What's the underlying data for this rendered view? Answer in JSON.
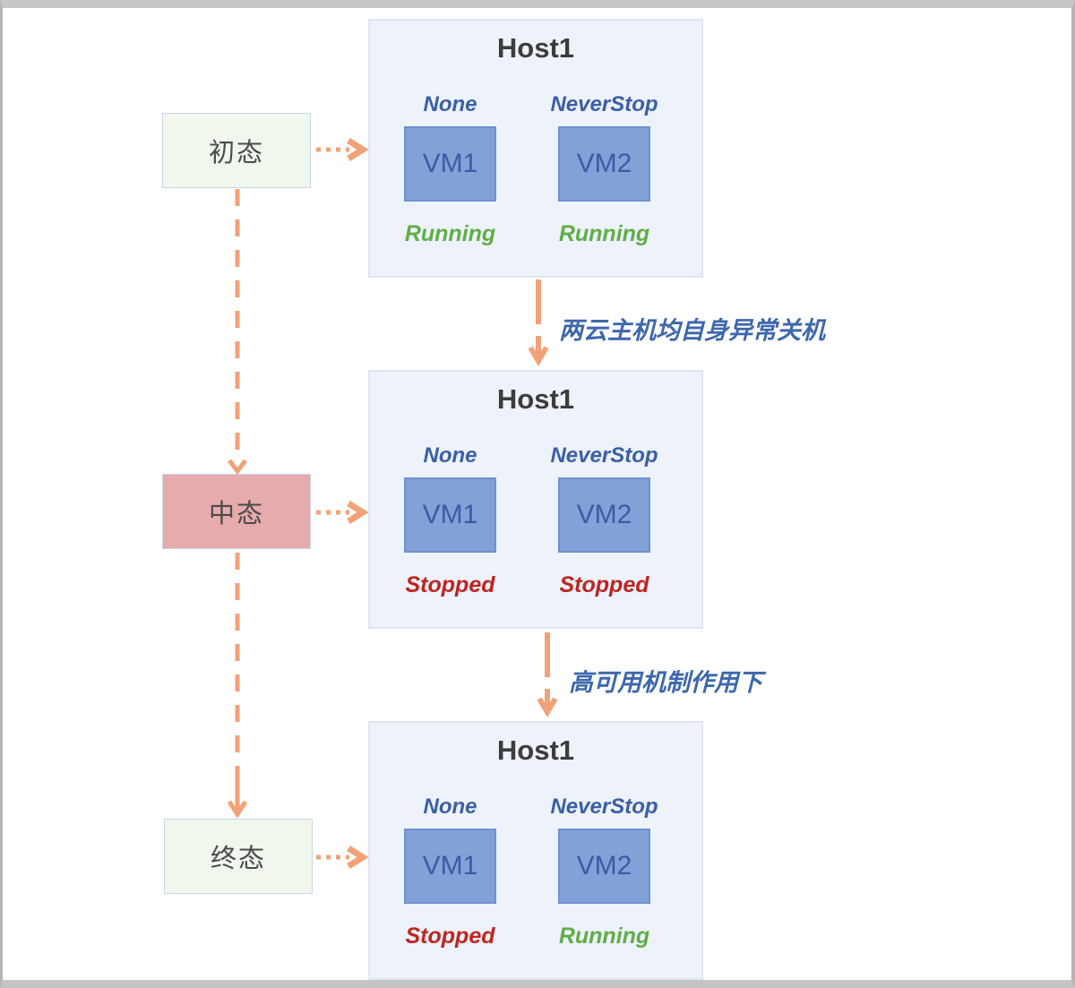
{
  "diagram": {
    "states": [
      {
        "id": "initial",
        "label": "初态"
      },
      {
        "id": "middle",
        "label": "中态"
      },
      {
        "id": "final",
        "label": "终态"
      }
    ],
    "hosts": [
      {
        "title": "Host1",
        "vms": [
          {
            "name": "VM1",
            "policy": "None",
            "status": "Running"
          },
          {
            "name": "VM2",
            "policy": "NeverStop",
            "status": "Running"
          }
        ]
      },
      {
        "title": "Host1",
        "vms": [
          {
            "name": "VM1",
            "policy": "None",
            "status": "Stopped"
          },
          {
            "name": "VM2",
            "policy": "NeverStop",
            "status": "Stopped"
          }
        ]
      },
      {
        "title": "Host1",
        "vms": [
          {
            "name": "VM1",
            "policy": "None",
            "status": "Stopped"
          },
          {
            "name": "VM2",
            "policy": "NeverStop",
            "status": "Running"
          }
        ]
      }
    ],
    "transitions": [
      {
        "label": "两云主机均自身异常关机"
      },
      {
        "label": "高可用机制作用下"
      }
    ],
    "colors": {
      "running": "#5fae46",
      "stopped": "#c02421",
      "arrow": "#f2a278",
      "policy": "#3a5fa8",
      "label": "#3d67ae",
      "vm_fill": "#81a1d7",
      "vm_border": "#6d92cf",
      "vm_text": "#3a5ca6",
      "host_bg": "#eef2fa",
      "host_border": "#dde6f2",
      "state_green_bg": "#f0f7ed",
      "state_pink_bg": "#e7aaad"
    }
  }
}
